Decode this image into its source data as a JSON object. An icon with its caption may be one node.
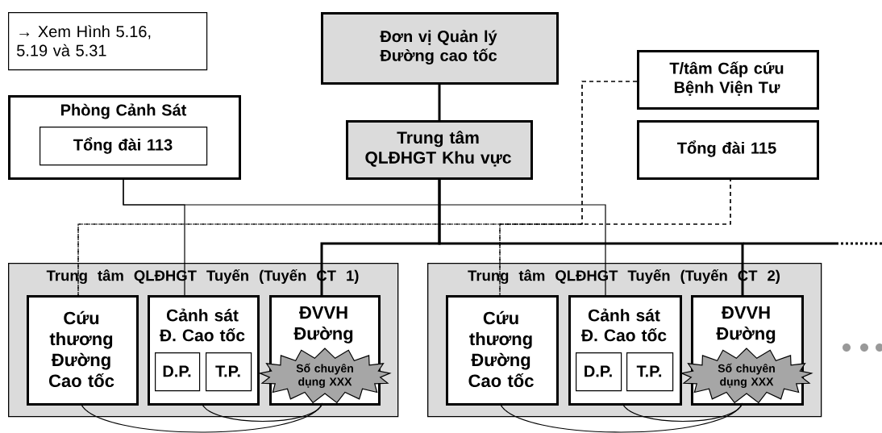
{
  "diagram": {
    "nodes": [
      {
        "text": [
          "→ Xem Hình 5.16, 5.19 và 5.31"
        ]
      },
      {
        "text": [
          "Đơn vị Quản lý Đường cao tốc"
        ]
      },
      {
        "text": [
          "Phòng Cảnh Sát"
        ]
      },
      {
        "text": [
          "Tổng đài 113"
        ],
        "in": 2
      },
      {
        "text": [
          "Trung tâm QLĐHGT Khu vực"
        ]
      },
      {
        "text": [
          "T/tâm Cấp cứu Bệnh Viện Tư"
        ]
      },
      {
        "text": [
          "Tổng đài 115"
        ]
      },
      {
        "text": [
          "Trung tâm QLĐHGT Tuyến (Tuyến CT 1)"
        ]
      },
      {
        "text": [
          "Cứu thương Đường Cao tốc"
        ],
        "in": 7
      },
      {
        "text": [
          "Cảnh sát Đ. Cao tốc"
        ],
        "in": 7
      },
      {
        "text": [
          "D.P."
        ],
        "in": 9
      },
      {
        "text": [
          "T.P."
        ],
        "in": 9
      },
      {
        "text": [
          "ĐVVH Đường"
        ],
        "in": 7
      },
      {
        "text": [
          "Số chuyên dụng XXX"
        ],
        "in": 12
      },
      {
        "text": [
          "Trung tâm QLĐHGT Tuyến (Tuyến CT 2)"
        ]
      },
      {
        "text": [
          "Cứu thương Đường Cao tốc"
        ],
        "in": 14
      },
      {
        "text": [
          "Cảnh sát Đ. Cao tốc"
        ],
        "in": 14
      },
      {
        "text": [
          "D.P."
        ],
        "in": 16
      },
      {
        "text": [
          "T.P."
        ],
        "in": 16
      },
      {
        "text": [
          "ĐVVH Đường"
        ],
        "in": 14
      },
      {
        "text": [
          "Số chuyên dụng XXX"
        ],
        "in": 19
      }
    ],
    "edges": [
      {
        "from": 1,
        "to": 4,
        "arrow": "none",
        "style": "thick"
      },
      {
        "from": 4,
        "to": 12,
        "arrow": "none",
        "style": "thick"
      },
      {
        "from": 4,
        "to": 19,
        "arrow": "none",
        "style": "thick"
      },
      {
        "from": 2,
        "to": 9,
        "arrow": "none"
      },
      {
        "from": 2,
        "to": 16,
        "arrow": "none"
      },
      {
        "from": 6,
        "to": 8,
        "arrow": "none",
        "style": "dashed"
      },
      {
        "from": 6,
        "to": 15,
        "arrow": "none",
        "style": "dashed"
      },
      {
        "from": 5,
        "to": 8,
        "arrow": "none",
        "style": "dashed"
      },
      {
        "from": 5,
        "to": 15,
        "arrow": "none",
        "style": "dashed"
      },
      {
        "from": 8,
        "to": 12,
        "arrow": "none"
      },
      {
        "from": 9,
        "to": 12,
        "arrow": "none"
      },
      {
        "from": 15,
        "to": 19,
        "arrow": "none"
      },
      {
        "from": 16,
        "to": 19,
        "arrow": "none"
      }
    ]
  }
}
